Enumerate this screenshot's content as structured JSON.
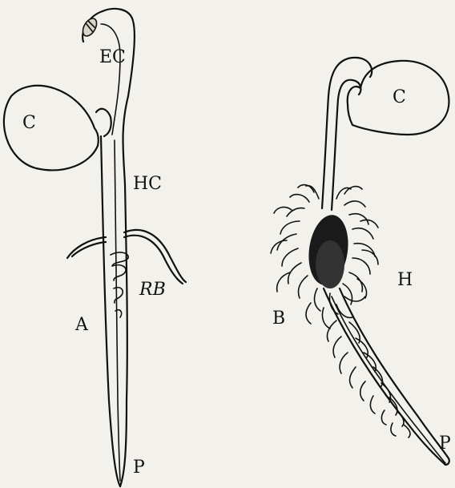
{
  "figure": {
    "seedling_a": {
      "panel_label": "A",
      "labels": {
        "epicotyl": "EC",
        "cotyledon": "C",
        "hypocotyl": "HC",
        "root_branches": "RB",
        "root_point": "P"
      }
    },
    "seedling_b": {
      "panel_label": "B",
      "labels": {
        "cotyledon": "C",
        "root_hairs": "H",
        "root_point": "P"
      }
    }
  }
}
